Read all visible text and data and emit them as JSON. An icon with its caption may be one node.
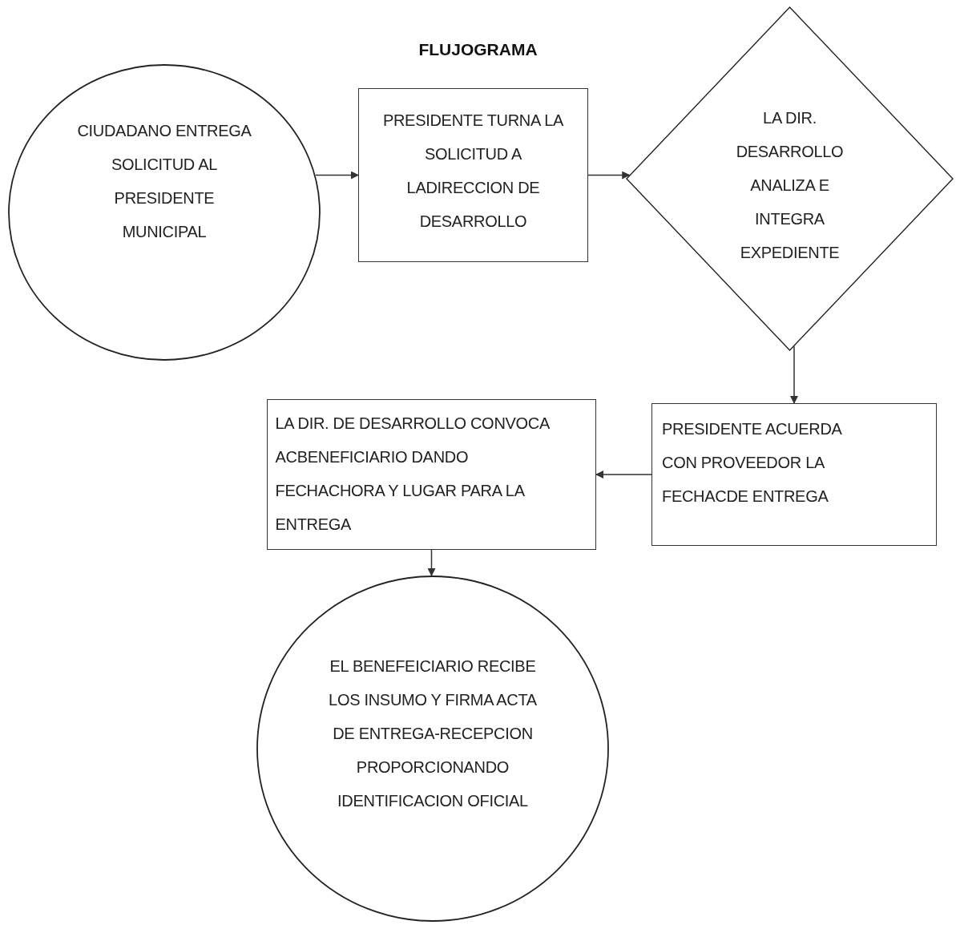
{
  "diagram": {
    "title": "FLUJOGRAMA",
    "nodes": [
      {
        "text": [
          "CIUDADANO ENTREGA SOLICITUD AL PRESIDENTE MUNICIPAL"
        ]
      },
      {
        "text": [
          "PRESIDENTE TURNA LA SOLICITUD A LADIRECCION DE DESARROLLO"
        ]
      },
      {
        "text": [
          "LA DIR. DESARROLLO ANALIZA E INTEGRA EXPEDIENTE"
        ]
      },
      {
        "text": [
          "PRESIDENTE ACUERDA CON PROVEEDOR LA FECHACDE ENTREGA"
        ]
      },
      {
        "text": [
          "LA DIR. DE DESARROLLO CONVOCA ACBENEFICIARIO DANDO FECHACHORA Y LUGAR PARA LA ENTREGA"
        ]
      },
      {
        "text": [
          "EL BENEFEICIARIO RECIBE LOS INSUMO Y FIRMA ACTA DE ENTREGA-RECEPCION PROPORCIONANDO IDENTIFICACION OFICIAL"
        ]
      }
    ],
    "edges": [
      {
        "from": 0,
        "to": 1,
        "arrow": "to"
      },
      {
        "from": 1,
        "to": 2,
        "arrow": "to"
      },
      {
        "from": 2,
        "to": 3,
        "arrow": "to"
      },
      {
        "from": 3,
        "to": 4,
        "arrow": "to"
      },
      {
        "from": 4,
        "to": 5,
        "arrow": "to"
      }
    ]
  }
}
